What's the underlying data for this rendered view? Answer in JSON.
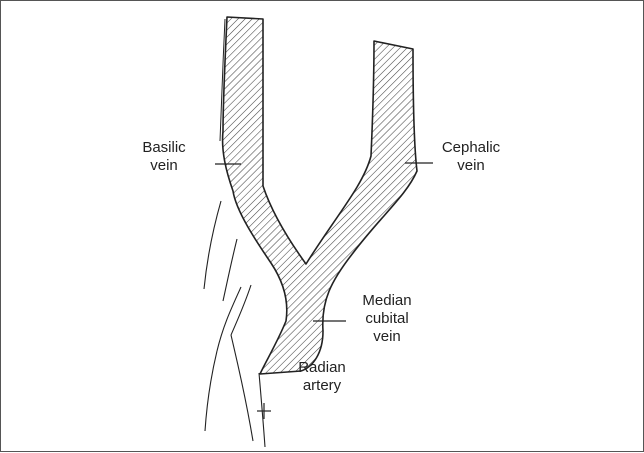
{
  "labels": {
    "basilic_vein": "Basilic\nvein",
    "cephalic_vein": "Cephalic\nvein",
    "median_cubital_vein": "Median\ncubital\nvein",
    "radian_artery": "Radian\nartery"
  },
  "colors": {
    "border": "#555555",
    "ink": "#222222",
    "hatch": "#444444",
    "background": "#ffffff"
  }
}
